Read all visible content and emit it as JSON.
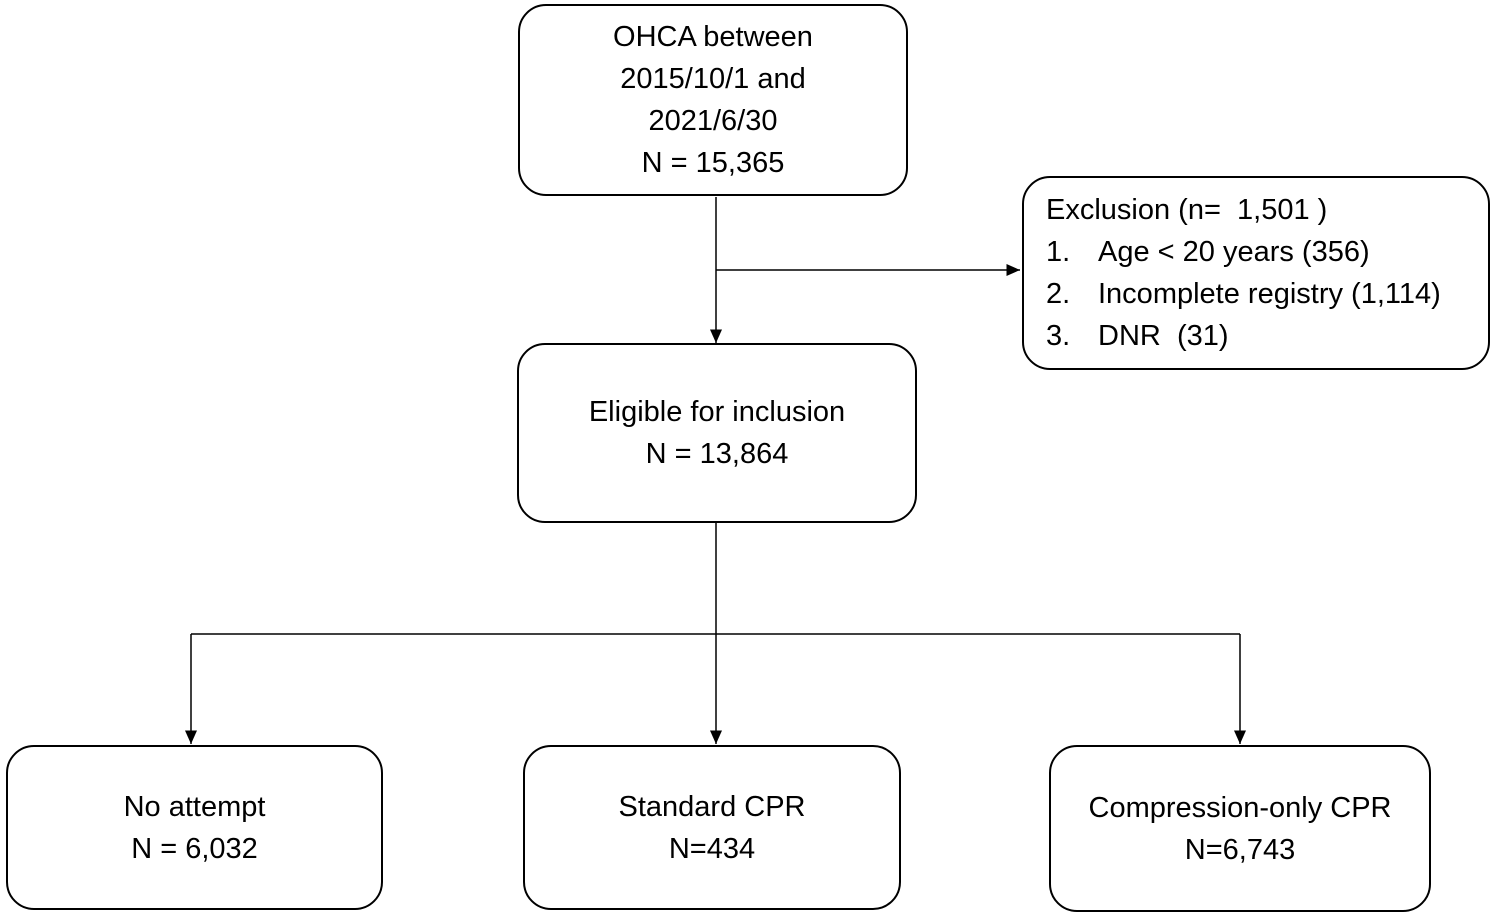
{
  "diagram": {
    "boxes": {
      "ohca": {
        "lines": [
          "OHCA between",
          "2015/10/1 and",
          "2021/6/30",
          "N = 15,365"
        ]
      },
      "exclusion": {
        "title": "Exclusion (n=  1,501 )",
        "items": [
          {
            "num": "1.",
            "text": "Age < 20 years (356)"
          },
          {
            "num": "2.",
            "text": "Incomplete registry (1,114)"
          },
          {
            "num": "3.",
            "text": "DNR  (31)"
          }
        ]
      },
      "eligible": {
        "lines": [
          "Eligible for inclusion",
          "N = 13,864"
        ]
      },
      "no_attempt": {
        "lines": [
          "No attempt",
          "N = 6,032"
        ]
      },
      "standard_cpr": {
        "lines": [
          "Standard CPR",
          "N=434"
        ]
      },
      "compression_only_cpr": {
        "lines": [
          "Compression-only CPR",
          "N=6,743"
        ]
      }
    },
    "colors": {
      "line": "#000000",
      "text": "#000000",
      "background": "#ffffff"
    }
  }
}
